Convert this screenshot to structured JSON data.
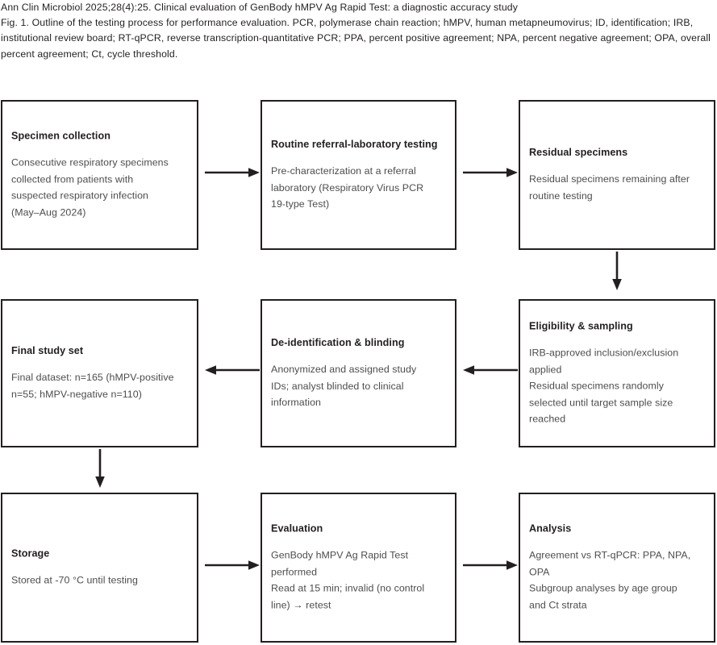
{
  "header": {
    "journal_line": "Ann Clin Microbiol 2025;28(4):25. Clinical evaluation of GenBody hMPV Ag Rapid Test: a diagnostic accuracy study",
    "figure_caption": "Fig. 1. Outline of the testing process for performance evaluation. PCR, polymerase chain reaction; hMPV, human metapneumovirus; ID, identification; IRB, institutional review board; RT-qPCR, reverse transcription-quantitative PCR; PPA, percent positive agreement; NPA, percent negative agreement; OPA, overall percent agreement; Ct, cycle threshold."
  },
  "colors": {
    "stroke": "#231f20",
    "body_text": "#4d4d4f",
    "background": "#ffffff"
  },
  "diagram": {
    "type": "flowchart",
    "boxes": [
      {
        "id": "specimen-collection",
        "title": "Specimen collection",
        "body": "Consecutive respiratory specimens\ncollected from patients with\nsuspected respiratory infection\n(May–Aug 2024)"
      },
      {
        "id": "routine-referral-laboratory-testing",
        "title": "Routine referral-laboratory testing",
        "body": "Pre-characterization at a referral\nlaboratory (Respiratory Virus PCR\n19-type Test)"
      },
      {
        "id": "residual-specimens",
        "title": "Residual specimens",
        "body": "Residual specimens remaining after\nroutine testing"
      },
      {
        "id": "final-study-set",
        "title": "Final study set",
        "body": "Final dataset: n=165 (hMPV-positive\nn=55; hMPV-negative n=110)"
      },
      {
        "id": "de-identification-blinding",
        "title": "De-identification & blinding",
        "body": "Anonymized and assigned study\nIDs; analyst blinded to clinical\ninformation"
      },
      {
        "id": "eligibility-sampling",
        "title": "Eligibility & sampling",
        "body": "IRB-approved inclusion/exclusion\napplied\nResidual specimens randomly\nselected until target sample size\nreached"
      },
      {
        "id": "storage",
        "title": "Storage",
        "body": "Stored at -70 °C until testing"
      },
      {
        "id": "evaluation",
        "title": "Evaluation",
        "body": "GenBody hMPV Ag Rapid Test\nperformed\nRead at 15 min; invalid (no control\nline) → retest"
      },
      {
        "id": "analysis",
        "title": "Analysis",
        "body": "Agreement vs RT-qPCR: PPA, NPA,\nOPA\nSubgroup analyses by age group\nand Ct strata"
      }
    ],
    "arrows": [
      {
        "id": "specimen-to-routine",
        "direction": "right"
      },
      {
        "id": "routine-to-residual",
        "direction": "right"
      },
      {
        "id": "residual-to-eligibility",
        "direction": "down"
      },
      {
        "id": "eligibility-to-deidentification",
        "direction": "left"
      },
      {
        "id": "deidentification-to-final",
        "direction": "left"
      },
      {
        "id": "final-to-storage",
        "direction": "down"
      },
      {
        "id": "storage-to-evaluation",
        "direction": "right"
      },
      {
        "id": "evaluation-to-analysis",
        "direction": "right"
      }
    ]
  }
}
